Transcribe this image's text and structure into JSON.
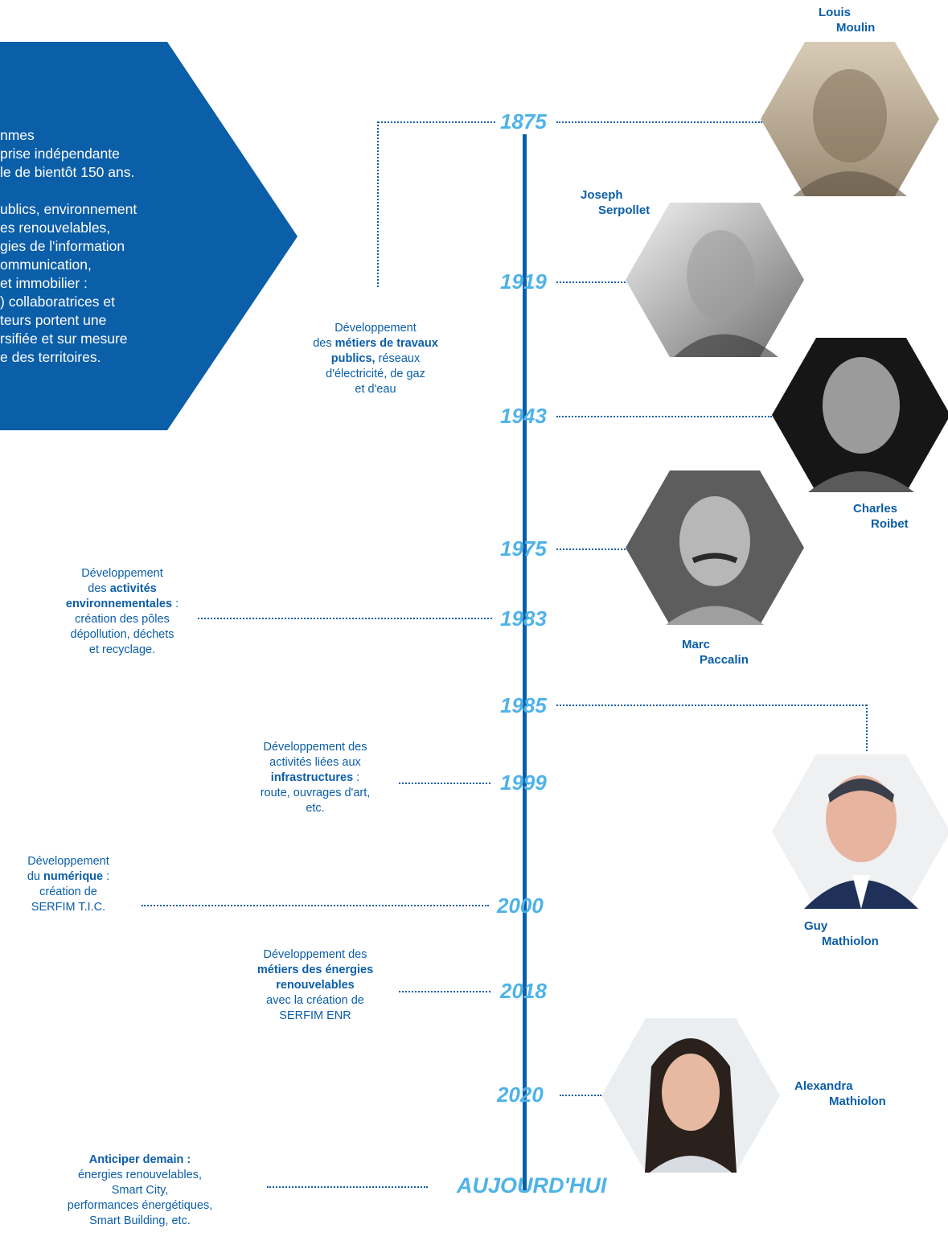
{
  "intro": {
    "text": "nmes\nprise indépendante\nle de bientôt 150 ans.\n\nublics, environnement\nes renouvelables,\ngies de l'information\nommunication,\net immobilier :\n) collaboratrices et\nteurs portent une\nrsifiée et sur mesure\ne des territoires.",
    "color": "#0b5ea8"
  },
  "colors": {
    "primary": "#0b5ea8",
    "year": "#4fb3e8"
  },
  "years": [
    "1875",
    "1919",
    "1943",
    "1975",
    "1983",
    "1985",
    "1999",
    "2000",
    "2018",
    "2020",
    "AUJOURD'HUI"
  ],
  "descriptions": {
    "d1875": {
      "l1": "Développement",
      "l2a": "des ",
      "l2b": "métiers de travaux",
      "l3b": "publics,",
      "l3a": " réseaux",
      "l4": "d'électricité, de gaz",
      "l5": "et d'eau"
    },
    "d1983": {
      "l1": "Développement",
      "l2a": "des ",
      "l2b": "activités",
      "l3b": "environnementales",
      "l3a": " :",
      "l4": "création des pôles",
      "l5": "dépollution, déchets",
      "l6": "et recyclage."
    },
    "d1999": {
      "l1": "Développement des",
      "l2": "activités liées aux",
      "l3b": "infrastructures",
      "l3a": " :",
      "l4": "route, ouvrages d'art,",
      "l5": "etc."
    },
    "d2000": {
      "l1": "Développement",
      "l2a": "du ",
      "l2b": "numérique",
      "l2c": " :",
      "l3": "création de",
      "l4": "SERFIM T.I.C."
    },
    "d2018": {
      "l1": "Développement des",
      "l2b": "métiers des énergies",
      "l3b": "renouvelables",
      "l4": "avec la création de",
      "l5": "SERFIM ENR"
    },
    "dnow": {
      "l1b": "Anticiper demain :",
      "l2": "énergies renouvelables,",
      "l3": "Smart City,",
      "l4": "performances énergétiques,",
      "l5": "Smart Building, etc."
    }
  },
  "people": {
    "moulin": {
      "first": "Louis",
      "last": "Moulin",
      "year": "1875"
    },
    "serpollet": {
      "first": "Joseph",
      "last": "Serpollet",
      "year": "1919"
    },
    "roibet": {
      "first": "Charles",
      "last": "Roibet",
      "year": "1943"
    },
    "paccalin": {
      "first": "Marc",
      "last": "Paccalin",
      "year": "1975"
    },
    "guy": {
      "first": "Guy",
      "last": "Mathiolon",
      "year": "1985"
    },
    "alexandra": {
      "first": "Alexandra",
      "last": "Mathiolon",
      "year": "2020"
    }
  }
}
